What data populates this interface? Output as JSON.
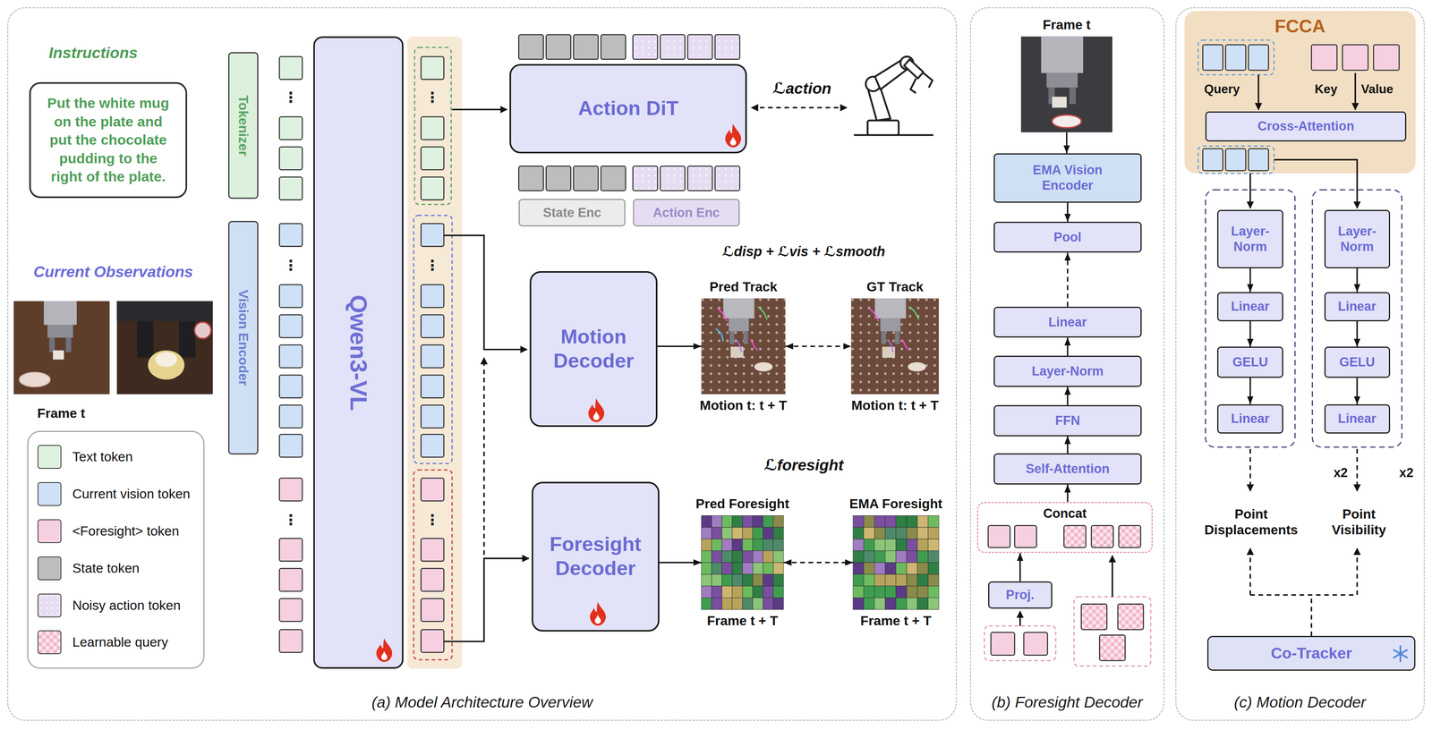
{
  "diagram": {
    "nodes": [
      {
        "text": [
          "(a) Model Architecture Overview"
        ]
      },
      {
        "text": [
          "Put the white mug on the plate and put the chocolate pudding to the right of the plate."
        ],
        "in": 0
      },
      {
        "text": [
          "Tokenizer"
        ],
        "in": 0
      },
      {
        "text": [
          "Vision Encoder"
        ],
        "in": 0
      },
      {
        "text": [
          "Qwen3-VL"
        ],
        "in": 0
      },
      {
        "text": [
          "Action DiT"
        ],
        "in": 0
      },
      {
        "text": [
          "State Enc"
        ],
        "in": 0
      },
      {
        "text": [
          "Action Enc"
        ],
        "in": 0
      },
      {
        "text": [
          "Motion Decoder"
        ],
        "in": 0
      },
      {
        "text": [
          "Pred Track",
          "Motion t: t + T"
        ],
        "in": 0
      },
      {
        "text": [
          "GT Track",
          "Motion t: t + T"
        ],
        "in": 0
      },
      {
        "text": [
          "Foresight Decoder"
        ],
        "in": 0
      },
      {
        "text": [
          "Pred Foresight",
          "Frame t + T"
        ],
        "in": 0
      },
      {
        "text": [
          "EMA Foresight",
          "Frame t + T"
        ],
        "in": 0
      },
      {
        "text": [
          "(b) Foresight Decoder"
        ]
      },
      {
        "text": [
          "Frame t"
        ],
        "in": 14
      },
      {
        "text": [
          "EMA Vision Encoder"
        ],
        "in": 14
      },
      {
        "text": [
          "Pool"
        ],
        "in": 14
      },
      {
        "text": [
          "Linear"
        ],
        "in": 14
      },
      {
        "text": [
          "Layer-Norm"
        ],
        "in": 14
      },
      {
        "text": [
          "FFN"
        ],
        "in": 14
      },
      {
        "text": [
          "Self-Attention"
        ],
        "in": 14
      },
      {
        "text": [
          "Concat"
        ],
        "in": 14
      },
      {
        "text": [
          "Proj."
        ],
        "in": 14
      },
      {
        "text": [
          "(c) Motion Decoder"
        ]
      },
      {
        "text": [
          "FCCA"
        ],
        "in": 24
      },
      {
        "text": [
          "Cross-Attention"
        ],
        "in": 25
      },
      {
        "text": [
          "Layer-Norm"
        ],
        "in": 24
      },
      {
        "text": [
          "Linear"
        ],
        "in": 24
      },
      {
        "text": [
          "GELU"
        ],
        "in": 24
      },
      {
        "text": [
          "Linear"
        ],
        "in": 24
      },
      {
        "text": [
          "Layer-Norm"
        ],
        "in": 24
      },
      {
        "text": [
          "Linear"
        ],
        "in": 24
      },
      {
        "text": [
          "GELU"
        ],
        "in": 24
      },
      {
        "text": [
          "Linear"
        ],
        "in": 24
      },
      {
        "text": [
          "Co-Tracker"
        ],
        "in": 24
      }
    ],
    "edges": [
      {
        "from": 8,
        "to": 9,
        "arrow": "to"
      },
      {
        "from": 9,
        "to": 10,
        "arrow": "both"
      },
      {
        "from": 11,
        "to": 12,
        "arrow": "to"
      },
      {
        "from": 12,
        "to": 13,
        "arrow": "both"
      },
      {
        "from": 15,
        "to": 16,
        "arrow": "to"
      },
      {
        "from": 16,
        "to": 17,
        "arrow": "to"
      },
      {
        "from": 18,
        "to": 17,
        "arrow": "to"
      },
      {
        "from": 19,
        "to": 18,
        "arrow": "to"
      },
      {
        "from": 20,
        "to": 19,
        "arrow": "to"
      },
      {
        "from": 21,
        "to": 20,
        "arrow": "to"
      },
      {
        "from": 22,
        "to": 21,
        "arrow": "to"
      },
      {
        "from": 23,
        "to": 22,
        "arrow": "to"
      },
      {
        "from": 27,
        "to": 28,
        "arrow": "to"
      },
      {
        "from": 28,
        "to": 29,
        "arrow": "to"
      },
      {
        "from": 29,
        "to": 30,
        "arrow": "to"
      },
      {
        "from": 31,
        "to": 32,
        "arrow": "to"
      },
      {
        "from": 32,
        "to": 33,
        "arrow": "to"
      },
      {
        "from": 33,
        "to": 34,
        "arrow": "to"
      }
    ],
    "labels": [
      "Instructions",
      "Current Observations",
      "Frame t",
      "⋮",
      "⋮",
      "⋮",
      "⋮",
      "⋮",
      "⋮",
      "ℒaction",
      "ℒdisp + ℒvis + ℒsmooth",
      "ℒforesight",
      "Query",
      "Key",
      "Value",
      "x2",
      "x2",
      "Point Displacements",
      "Point Visibility"
    ],
    "legend": [
      {
        "text": "Text token",
        "color": "#dff2df"
      },
      {
        "text": "Current vision token",
        "color": "#cfe1f6"
      },
      {
        "text": "<Foresight> token",
        "color": "#f6d0e0"
      },
      {
        "text": "State token",
        "color": "#bdbdbd"
      },
      {
        "text": "Noisy action token",
        "color": "#e6ddf2"
      },
      {
        "text": "Learnable query"
      }
    ]
  }
}
